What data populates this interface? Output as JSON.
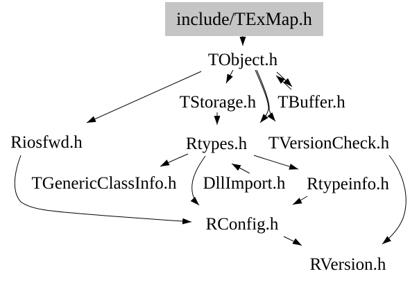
{
  "graph": {
    "kind": "include-dependency-graph",
    "root_label": "include/TExMap.h"
  },
  "colors": {
    "background": "#ffffff",
    "edge": "#000000",
    "text": "#000000",
    "root_fill": "#c5c5c5"
  },
  "nodes": [
    {
      "id": "texmap",
      "label": "include/TExMap.h",
      "highlighted": true
    },
    {
      "id": "tobject",
      "label": "TObject.h",
      "highlighted": false
    },
    {
      "id": "tstorage",
      "label": "TStorage.h",
      "highlighted": false
    },
    {
      "id": "tbuffer",
      "label": "TBuffer.h",
      "highlighted": false
    },
    {
      "id": "riosfwd",
      "label": "Riosfwd.h",
      "highlighted": false
    },
    {
      "id": "rtypes",
      "label": "Rtypes.h",
      "highlighted": false
    },
    {
      "id": "tversioncheck",
      "label": "TVersionCheck.h",
      "highlighted": false
    },
    {
      "id": "tgenericclassinfo",
      "label": "TGenericClassInfo.h",
      "highlighted": false
    },
    {
      "id": "dllimport",
      "label": "DllImport.h",
      "highlighted": false
    },
    {
      "id": "rtypeinfo",
      "label": "Rtypeinfo.h",
      "highlighted": false
    },
    {
      "id": "rconfig",
      "label": "RConfig.h",
      "highlighted": false
    },
    {
      "id": "rversion",
      "label": "RVersion.h",
      "highlighted": false
    }
  ],
  "edges": [
    {
      "from": "texmap",
      "to": "tobject"
    },
    {
      "from": "tobject",
      "to": "tstorage"
    },
    {
      "from": "tbuffer",
      "to": "tobject"
    },
    {
      "from": "tobject",
      "to": "tbuffer"
    },
    {
      "from": "tobject",
      "to": "riosfwd"
    },
    {
      "from": "tobject",
      "to": "rtypes"
    },
    {
      "from": "tobject",
      "to": "tversioncheck"
    },
    {
      "from": "tstorage",
      "to": "rtypes"
    },
    {
      "from": "rtypes",
      "to": "tgenericclassinfo"
    },
    {
      "from": "dllimport",
      "to": "rtypes"
    },
    {
      "from": "rtypes",
      "to": "rtypeinfo"
    },
    {
      "from": "rtypes",
      "to": "rconfig"
    },
    {
      "from": "riosfwd",
      "to": "rconfig"
    },
    {
      "from": "rtypeinfo",
      "to": "rconfig"
    },
    {
      "from": "rconfig",
      "to": "rversion"
    },
    {
      "from": "tversioncheck",
      "to": "rversion"
    }
  ]
}
